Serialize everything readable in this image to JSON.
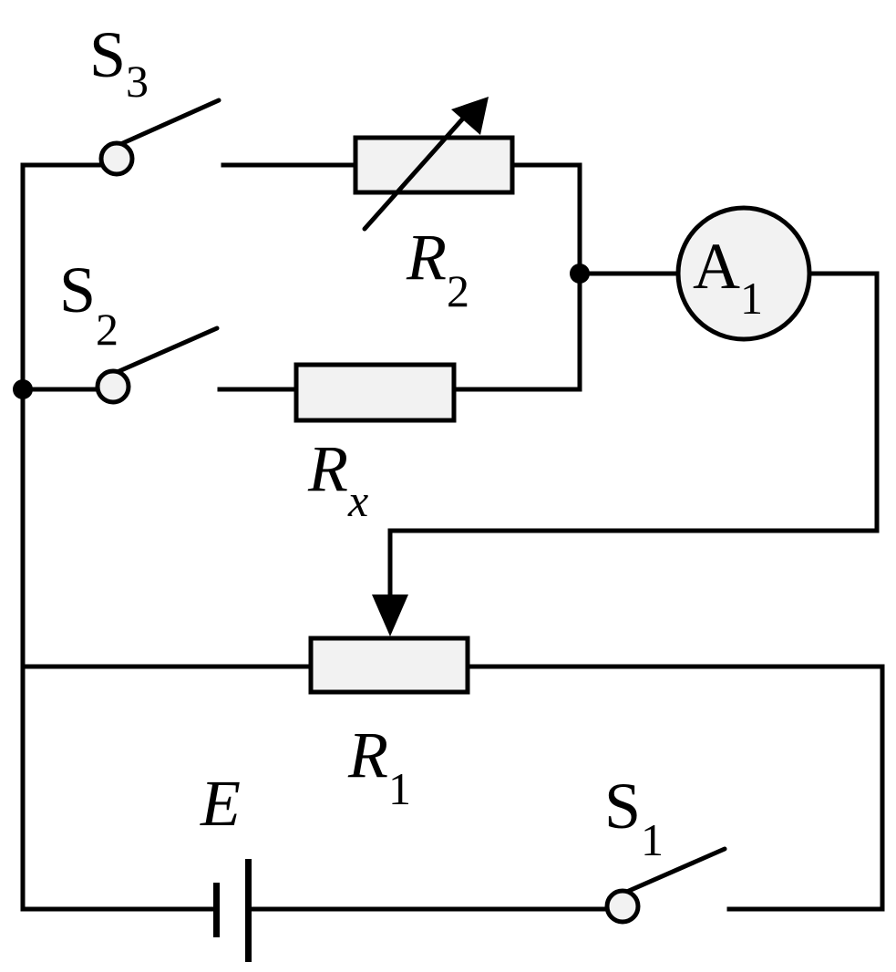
{
  "components": {
    "battery": {
      "label": "E"
    },
    "switch_1": {
      "label": "S",
      "sub": "1"
    },
    "switch_2": {
      "label": "S",
      "sub": "2"
    },
    "switch_3": {
      "label": "S",
      "sub": "3"
    },
    "rheostat_r1": {
      "label": "R",
      "sub": "1"
    },
    "rheostat_r2": {
      "label": "R",
      "sub": "2"
    },
    "resistor_rx": {
      "label": "R",
      "sub": "x"
    },
    "ammeter_a1": {
      "label": "A",
      "sub": "1"
    }
  }
}
